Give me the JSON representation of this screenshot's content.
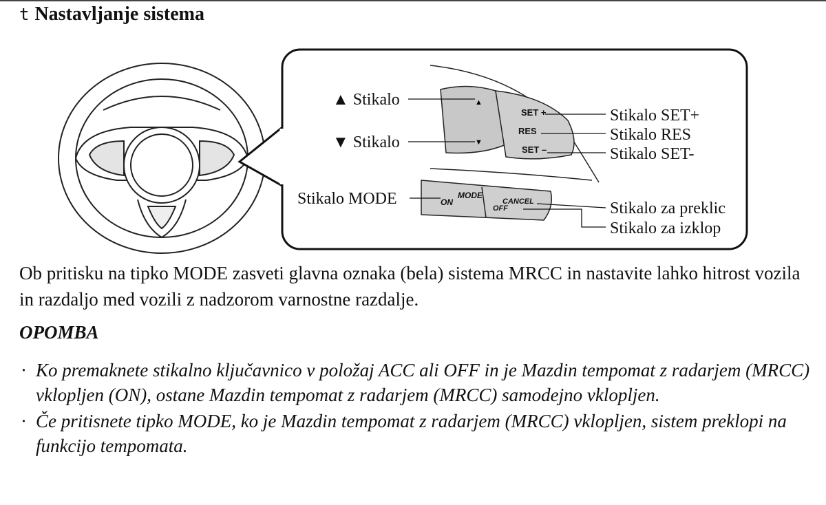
{
  "heading": {
    "marker": "t",
    "title": "Nastavljanje sistema"
  },
  "figure": {
    "labels": {
      "up_switch": "▲ Stikalo",
      "down_switch": "▼ Stikalo",
      "mode_switch": "Stikalo MODE",
      "set_plus": "Stikalo SET+",
      "res": "Stikalo RES",
      "set_minus": "Stikalo SET-",
      "cancel": "Stikalo za preklic",
      "off": "Stikalo za izklop"
    },
    "buttons": {
      "set_plus": "SET +",
      "res": "RES",
      "set_minus": "SET –",
      "mode": "MODE",
      "on": "ON",
      "cancel": "CANCEL",
      "off": "OFF"
    }
  },
  "paragraph": "Ob pritisku na tipko MODE zasveti glavna oznaka (bela) sistema MRCC in nastavite lahko hitrost vozila in razdaljo med vozili z nadzorom varnostne razdalje.",
  "note": {
    "title": "OPOMBA",
    "items": [
      "Ko premaknete stikalno ključavnico v položaj ACC ali OFF in je Mazdin tempomat z radarjem (MRCC) vklopljen (ON), ostane Mazdin tempomat z radarjem (MRCC) samodejno vklopljen.",
      "Če pritisnete tipko MODE, ko je Mazdin tempomat z radarjem (MRCC) vklopljen, sistem preklopi na funkcijo tempomata."
    ],
    "bullet": "·"
  }
}
